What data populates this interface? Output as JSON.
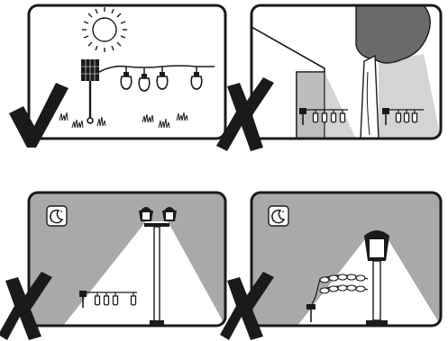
{
  "colors": {
    "outline": "#1a1a1a",
    "sky_night": "#a9a9a9",
    "shade": "#7a7a7a",
    "beam": "#ffffff",
    "paper": "#ffffff",
    "tree": "#6a6a6a",
    "wall": "#bdbdbd"
  },
  "panels": [
    {
      "id": "sunny-open-ground",
      "verdict": "correct",
      "mark_icon": "checkmark-icon",
      "scene_icons": [
        "sun-icon",
        "solar-panel-icon",
        "string-lights-icon",
        "grass-icon"
      ]
    },
    {
      "id": "shaded-by-building-and-tree",
      "verdict": "incorrect",
      "mark_icon": "cross-icon",
      "scene_icons": [
        "building-icon",
        "tree-icon",
        "solar-panel-icon",
        "string-lights-icon"
      ]
    },
    {
      "id": "night-near-street-lamp",
      "verdict": "incorrect",
      "mark_icon": "cross-icon",
      "scene_icons": [
        "moon-icon",
        "street-lamp-icon",
        "solar-panel-icon",
        "string-lights-icon"
      ]
    },
    {
      "id": "night-near-lantern-post",
      "verdict": "incorrect",
      "mark_icon": "cross-icon",
      "scene_icons": [
        "moon-icon",
        "lantern-post-icon",
        "solar-panel-icon",
        "string-lights-icon"
      ]
    }
  ]
}
